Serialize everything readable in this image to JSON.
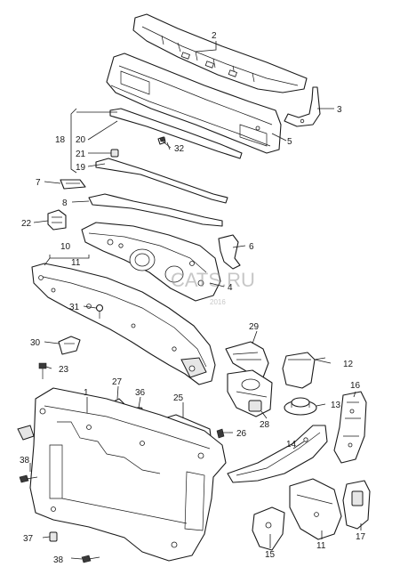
{
  "watermark": {
    "text": "CATS.RU",
    "sub": "2016"
  },
  "callouts": [
    {
      "id": "c2",
      "label": "2"
    },
    {
      "id": "c3",
      "label": "3"
    },
    {
      "id": "c5",
      "label": "5"
    },
    {
      "id": "c18",
      "label": "18"
    },
    {
      "id": "c20",
      "label": "20"
    },
    {
      "id": "c32",
      "label": "32"
    },
    {
      "id": "c21",
      "label": "21"
    },
    {
      "id": "c19",
      "label": "19"
    },
    {
      "id": "c7",
      "label": "7"
    },
    {
      "id": "c8",
      "label": "8"
    },
    {
      "id": "c22",
      "label": "22"
    },
    {
      "id": "c6",
      "label": "6"
    },
    {
      "id": "c10",
      "label": "10"
    },
    {
      "id": "c11a",
      "label": "11"
    },
    {
      "id": "c4",
      "label": "4"
    },
    {
      "id": "c31",
      "label": "31"
    },
    {
      "id": "c29",
      "label": "29"
    },
    {
      "id": "c30",
      "label": "30"
    },
    {
      "id": "c12",
      "label": "12"
    },
    {
      "id": "c23",
      "label": "23"
    },
    {
      "id": "c1",
      "label": "1"
    },
    {
      "id": "c27",
      "label": "27"
    },
    {
      "id": "c36",
      "label": "36"
    },
    {
      "id": "c25",
      "label": "25"
    },
    {
      "id": "c13",
      "label": "13"
    },
    {
      "id": "c16",
      "label": "16"
    },
    {
      "id": "c28",
      "label": "28"
    },
    {
      "id": "c26",
      "label": "26"
    },
    {
      "id": "c14",
      "label": "14"
    },
    {
      "id": "c38a",
      "label": "38"
    },
    {
      "id": "c37",
      "label": "37"
    },
    {
      "id": "c38b",
      "label": "38"
    },
    {
      "id": "c15",
      "label": "15"
    },
    {
      "id": "c11b",
      "label": "11"
    },
    {
      "id": "c17",
      "label": "17"
    }
  ]
}
